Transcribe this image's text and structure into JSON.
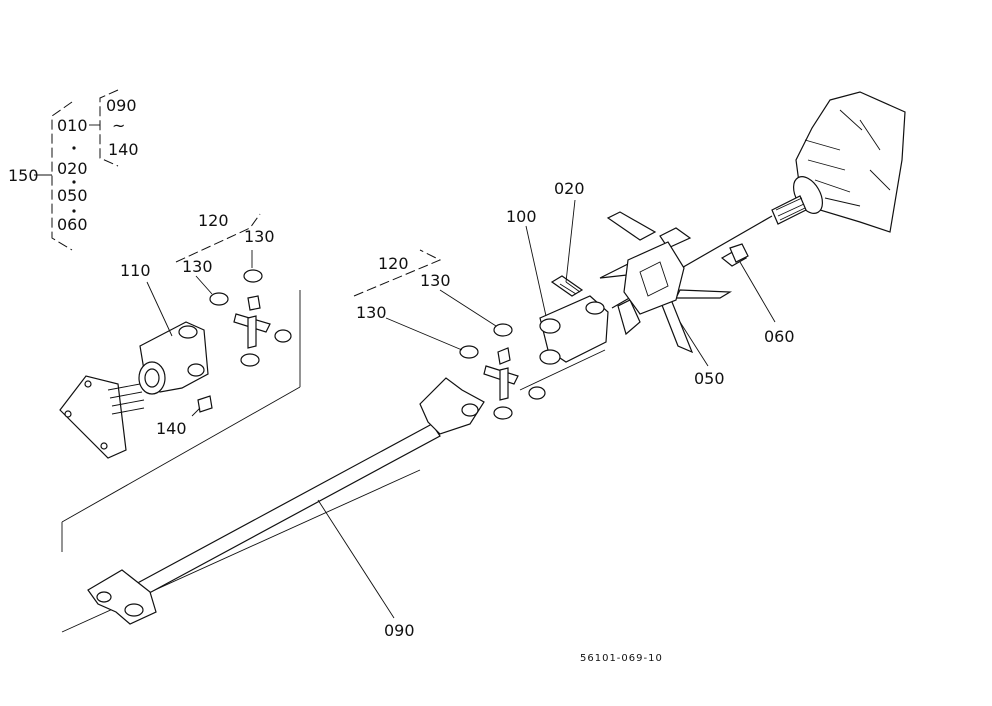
{
  "legend": {
    "assembly": "150",
    "items": [
      "010",
      "020",
      "050",
      "060"
    ],
    "sub_range_start": "090",
    "sub_range_sep": "~",
    "sub_range_end": "140"
  },
  "callouts": {
    "c110": "110",
    "c120_left": "120",
    "c130_left_a": "130",
    "c130_left_b": "130",
    "c140": "140",
    "c120_right": "120",
    "c130_right_a": "130",
    "c130_right_b": "130",
    "c100": "100",
    "c020": "020",
    "c050": "050",
    "c060": "060",
    "c090": "090"
  },
  "drawing_code": "56101-069-10"
}
